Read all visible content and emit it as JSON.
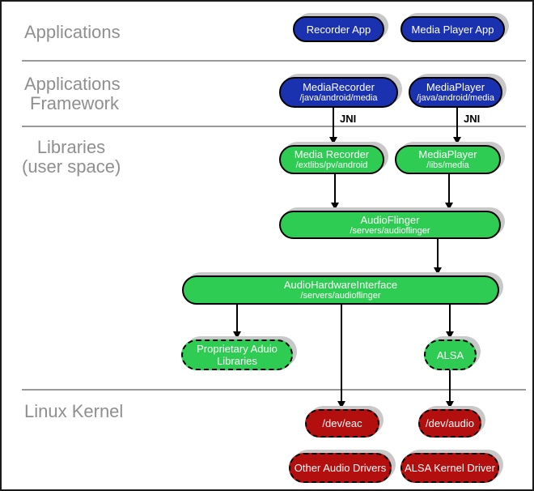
{
  "layers": {
    "applications": "Applications",
    "framework": [
      "Applications",
      "Framework"
    ],
    "libraries": [
      "Libraries",
      "(user space)"
    ],
    "kernel": "Linux Kernel"
  },
  "nodes": {
    "recorder_app": {
      "title": "Recorder App"
    },
    "media_player_app": {
      "title": "Media Player App"
    },
    "media_recorder_fw": {
      "title": "MediaRecorder",
      "subtitle": "/java/android/media"
    },
    "media_player_fw": {
      "title": "MediaPlayer",
      "subtitle": "/java/android/media"
    },
    "media_recorder_lib": {
      "title": "Media Recorder",
      "subtitle": "/extlibs/pv/android"
    },
    "media_player_lib": {
      "title": "MediaPlayer",
      "subtitle": "/libs/media"
    },
    "audioflinger": {
      "title": "AudioFlinger",
      "subtitle": "/servers/audioflinger"
    },
    "audio_hardware_interface": {
      "title": "AudioHardwareInterface",
      "subtitle": "/servers/audioflinger"
    },
    "proprietary_audio_libraries": {
      "title": "Proprietary Aduio Libraries"
    },
    "alsa": {
      "title": "ALSA"
    },
    "dev_eac": {
      "title": "/dev/eac"
    },
    "dev_audio": {
      "title": "/dev/audio"
    },
    "other_audio_drivers": {
      "title": "Other Audio Drivers"
    },
    "alsa_kernel_driver": {
      "title": "ALSA Kernel Driver"
    }
  },
  "edges": {
    "jni_left": "JNI",
    "jni_right": "JNI"
  },
  "colors": {
    "app_blue": "#1b32b0",
    "lib_green": "#2ecc52",
    "kernel_red": "#b30f0f",
    "shadow_gray": "#c8c8c8",
    "label_gray": "#8f8f8f",
    "line_gray": "#999999"
  }
}
